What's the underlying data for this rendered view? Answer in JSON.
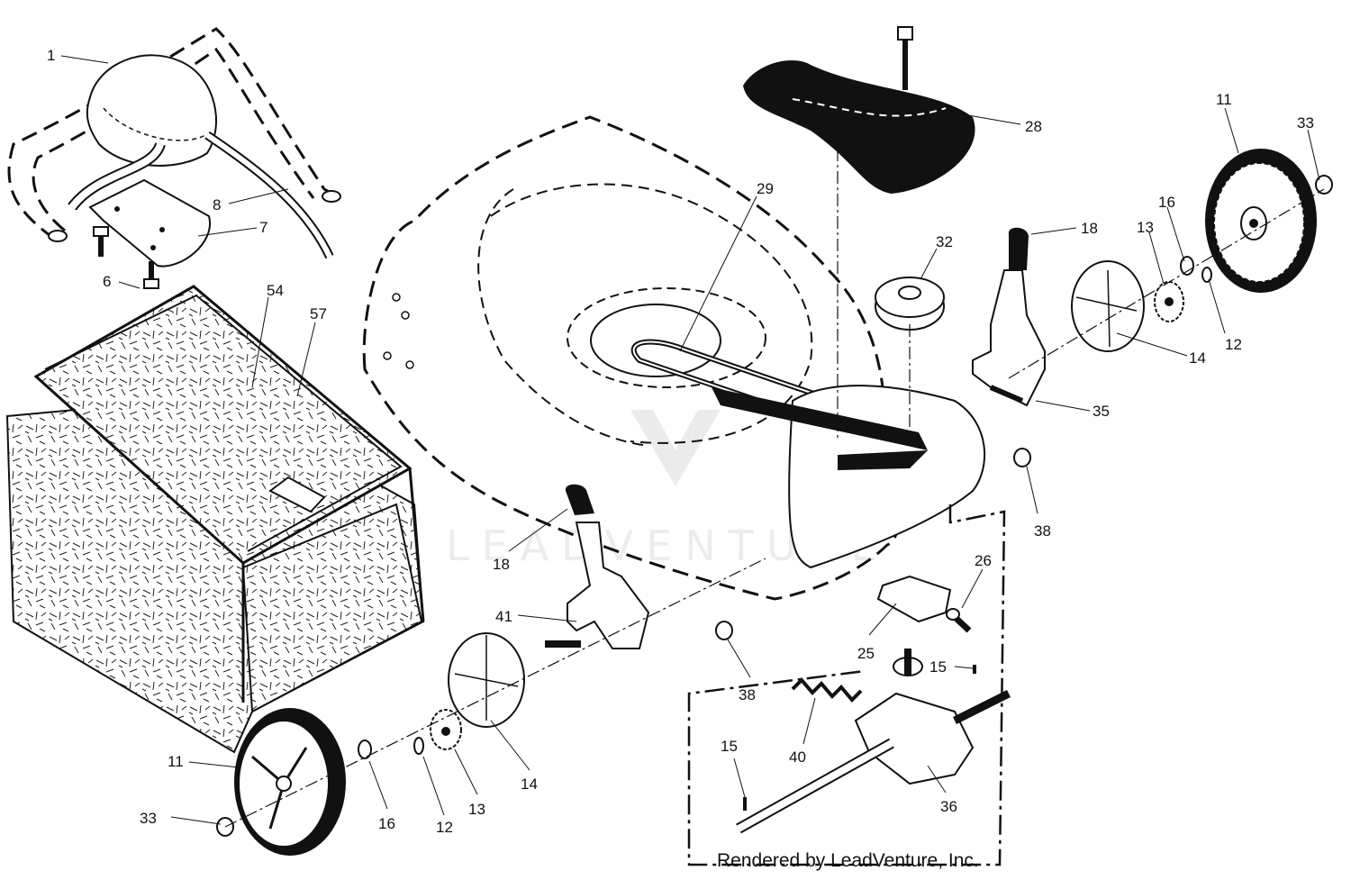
{
  "diagram": {
    "credit": "Rendered by LeadVenture, Inc.",
    "watermark": "LEADVENTURE",
    "callouts": [
      {
        "id": "c1",
        "label": "1"
      },
      {
        "id": "c8",
        "label": "8"
      },
      {
        "id": "c7",
        "label": "7"
      },
      {
        "id": "c6",
        "label": "6"
      },
      {
        "id": "c54",
        "label": "54"
      },
      {
        "id": "c57",
        "label": "57"
      },
      {
        "id": "c29",
        "label": "29"
      },
      {
        "id": "c28",
        "label": "28"
      },
      {
        "id": "c32",
        "label": "32"
      },
      {
        "id": "c18a",
        "label": "18"
      },
      {
        "id": "c11a",
        "label": "11"
      },
      {
        "id": "c33a",
        "label": "33"
      },
      {
        "id": "c16a",
        "label": "16"
      },
      {
        "id": "c13a",
        "label": "13"
      },
      {
        "id": "c12a",
        "label": "12"
      },
      {
        "id": "c14a",
        "label": "14"
      },
      {
        "id": "c35",
        "label": "35"
      },
      {
        "id": "c38a",
        "label": "38"
      },
      {
        "id": "c26",
        "label": "26"
      },
      {
        "id": "c25",
        "label": "25"
      },
      {
        "id": "c15a",
        "label": "15"
      },
      {
        "id": "c38b",
        "label": "38"
      },
      {
        "id": "c18b",
        "label": "18"
      },
      {
        "id": "c41",
        "label": "41"
      },
      {
        "id": "c40",
        "label": "40"
      },
      {
        "id": "c15b",
        "label": "15"
      },
      {
        "id": "c36",
        "label": "36"
      },
      {
        "id": "c11b",
        "label": "11"
      },
      {
        "id": "c33b",
        "label": "33"
      },
      {
        "id": "c16b",
        "label": "16"
      },
      {
        "id": "c12b",
        "label": "12"
      },
      {
        "id": "c13b",
        "label": "13"
      },
      {
        "id": "c14b",
        "label": "14"
      }
    ]
  }
}
